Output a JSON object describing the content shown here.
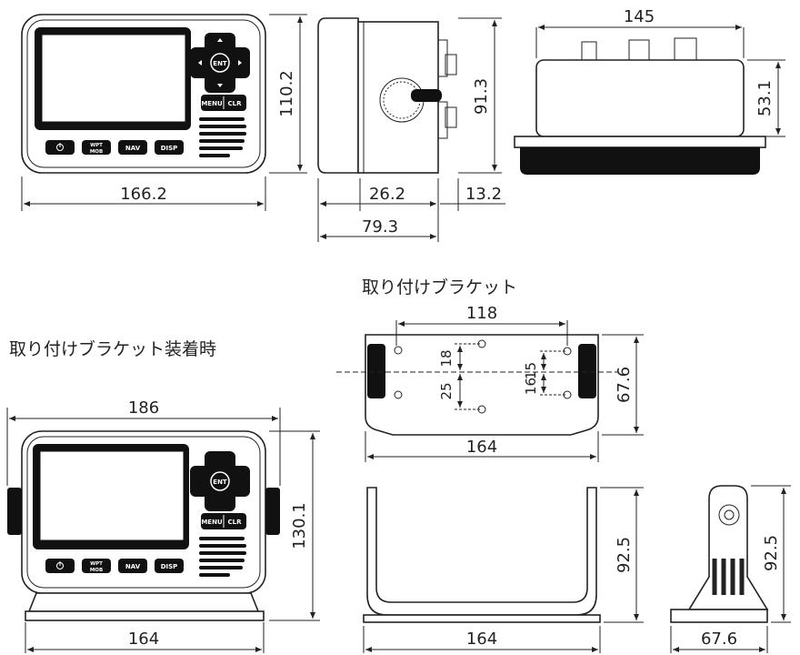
{
  "labels": {
    "bracket_title": "取り付けブラケット",
    "mounted_title": "取り付けブラケット装着時"
  },
  "buttons": {
    "ent": "ENT",
    "menu": "MENU",
    "clr": "CLR",
    "wpt_top": "WPT",
    "wpt_bottom": "MOB",
    "nav": "NAV",
    "disp": "DISP"
  },
  "dimensions": {
    "front_width": "166.2",
    "front_height": "110.2",
    "side_depth": "26.2",
    "side_rear": "13.2",
    "side_total": "79.3",
    "side_height": "91.3",
    "top_width": "145",
    "top_height": "53.1",
    "bracket_hole_span": "118",
    "bracket_hole_18": "18",
    "bracket_hole_25": "25",
    "bracket_hole_16": "16",
    "bracket_hole_15": "15",
    "bracket_depth": "67.6",
    "bracket_width": "164",
    "mounted_width": "186",
    "mounted_height": "130.1",
    "mounted_base": "164",
    "bracket_front_width": "164",
    "bracket_front_height": "92.5",
    "bracket_side_width": "67.6",
    "bracket_side_height": "92.5"
  }
}
